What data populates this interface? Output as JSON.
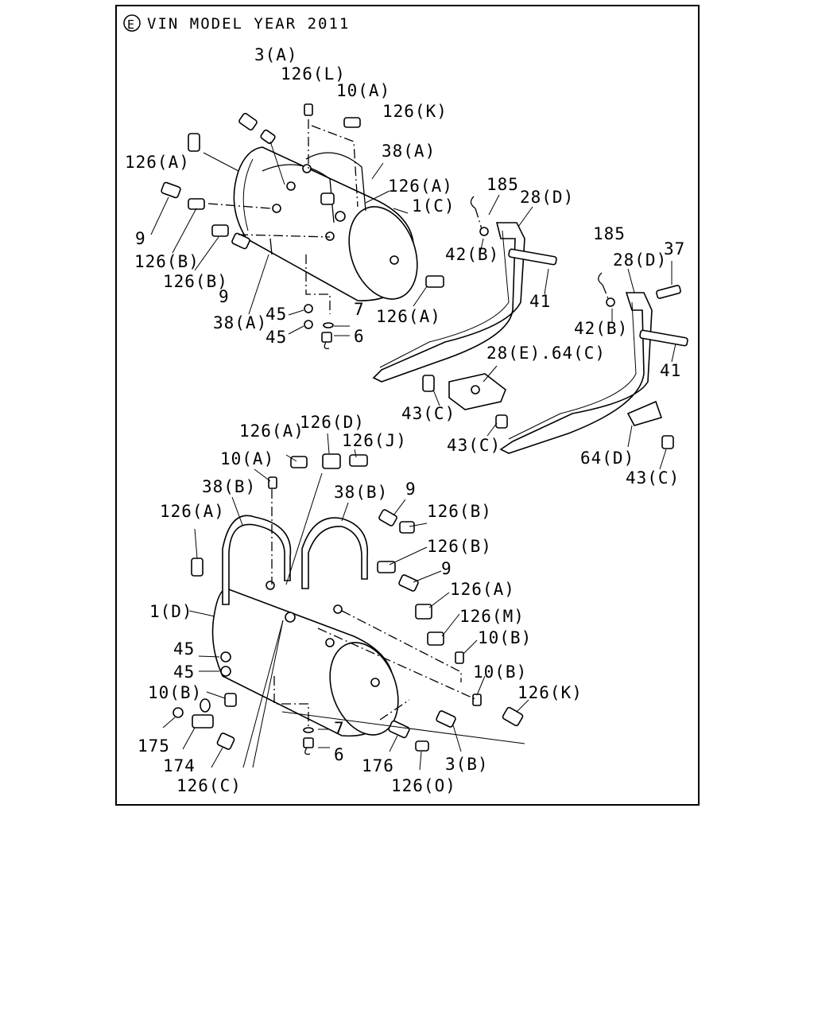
{
  "header": {
    "badge": "E",
    "title": "VIN MODEL YEAR 2011"
  },
  "labels": {
    "l_3a": "3(A)",
    "l_126l": "126(L)",
    "l_10a_top": "10(A)",
    "l_126k_top": "126(K)",
    "l_126a_left": "126(A)",
    "l_38a_top": "38(A)",
    "l_126a_mid": "126(A)",
    "l_1c": "1(C)",
    "l_9_left": "9",
    "l_126b_a": "126(B)",
    "l_126b_b": "126(B)",
    "l_9_b": "9",
    "l_38a_bot": "38(A)",
    "l_45_a": "45",
    "l_7_top": "7",
    "l_45_b": "45",
    "l_6_top": "6",
    "l_126a_tank": "126(A)",
    "l_185_a": "185",
    "l_28d_a": "28(D)",
    "l_42b_a": "42(B)",
    "l_41_a": "41",
    "l_185_b": "185",
    "l_28d_b": "28(D)",
    "l_37": "37",
    "l_42b_b": "42(B)",
    "l_41_b": "41",
    "l_28e64c": "28(E).64(C)",
    "l_43c_a": "43(C)",
    "l_43c_b": "43(C)",
    "l_64d": "64(D)",
    "l_43c_c": "43(C)",
    "l_126a_b1": "126(A)",
    "l_126d": "126(D)",
    "l_126j": "126(J)",
    "l_10a_b": "10(A)",
    "l_38b_a": "38(B)",
    "l_38b_b": "38(B)",
    "l_9_c": "9",
    "l_126b_c": "126(B)",
    "l_126a_b2": "126(A)",
    "l_126b_d": "126(B)",
    "l_9_d": "9",
    "l_126a_b3": "126(A)",
    "l_1d": "1(D)",
    "l_126m": "126(M)",
    "l_10b_a": "10(B)",
    "l_45_c": "45",
    "l_45_d": "45",
    "l_10b_b": "10(B)",
    "l_10b_c": "10(B)",
    "l_126k_b": "126(K)",
    "l_7_b": "7",
    "l_175": "175",
    "l_174": "174",
    "l_6_b": "6",
    "l_176": "176",
    "l_3b": "3(B)",
    "l_126c": "126(C)",
    "l_126o": "126(O)"
  }
}
